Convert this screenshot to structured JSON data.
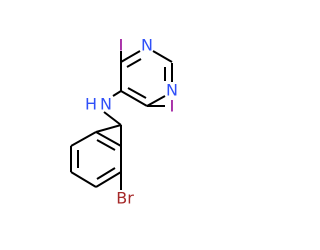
{
  "molecule": {
    "atoms": {
      "n_top": "N",
      "n_right": "N",
      "i_left": "I",
      "i_right": "I",
      "nh": "N",
      "h": "H",
      "br": "Br"
    },
    "colors": {
      "nitrogen": "#3050F8",
      "iodine": "#940094",
      "bromine": "#A62929",
      "bond": "#000000",
      "background": "#FFFFFF"
    }
  }
}
